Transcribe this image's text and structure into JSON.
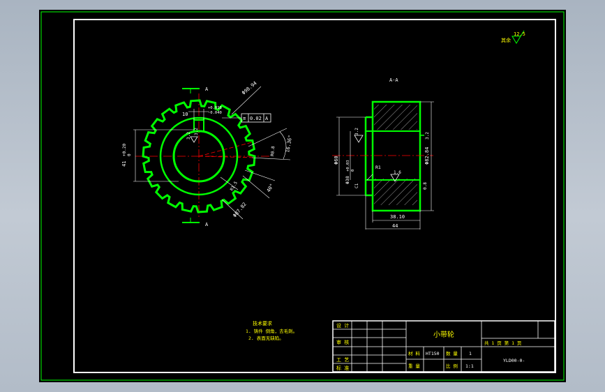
{
  "drawing": {
    "section_label": "A-A",
    "cut_marker": "A",
    "roughness_general": {
      "prefix": "其余",
      "value": "12.5"
    },
    "notes": {
      "title": "技术要求",
      "items": [
        "1. 铸件 倒角，去毛刺。",
        "2. 表面无缺陷。"
      ]
    },
    "front_view": {
      "dims": {
        "outer_dia": "Φ98.94",
        "keyway_width": "10",
        "keyway_tol_upper": "+0.018",
        "keyway_tol_lower": "-0.040",
        "gtol_symbol": "≡",
        "gtol_value": "0.02",
        "gtol_datum": "A",
        "hub_depth": "41",
        "hub_depth_tol_upper": "+0.20",
        "hub_depth_tol_lower": "0",
        "angle": "16.36°",
        "small": "3.2",
        "r_groove": "R0.8",
        "r_inner": "R1.5",
        "angle2": "40°",
        "root_dia": "Φ87.82",
        "roughness_key": "3.2"
      }
    },
    "section_view": {
      "dims": {
        "left_dia": "Φ60",
        "bore": "Φ38",
        "bore_tol_upper": "+0.03",
        "bore_tol_lower": "0",
        "right_dia": "Φ82.84",
        "inner_width": "38.10",
        "total_width": "44",
        "chamfer": "C1",
        "radius": "R1",
        "rough1": "3.2",
        "rough2": "3.2",
        "rough3": "1.6",
        "flank": "0.8"
      }
    }
  },
  "title_block": {
    "part_name": "小带轮",
    "rows": [
      {
        "label": "设 计"
      },
      {
        "label": "审 核"
      },
      {
        "label": "工 艺"
      },
      {
        "label": "标 准"
      }
    ],
    "material_label": "材 料",
    "material_value": "HT150",
    "quantity_label": "数 量",
    "quantity_value": "1",
    "weight_label": "重 量",
    "scale_label": "比 例",
    "scale_value": "1:1",
    "sheet_text": "共  1  页  第  1  页",
    "drawing_number": "YLD00-0-"
  },
  "colors": {
    "background": "#000000",
    "frame": "#ffffff",
    "outline": "#00ff00",
    "dimension": "#ffffff",
    "centerline": "#ff0000",
    "hatch": "#ffffff",
    "note_text": "#ffff00"
  }
}
